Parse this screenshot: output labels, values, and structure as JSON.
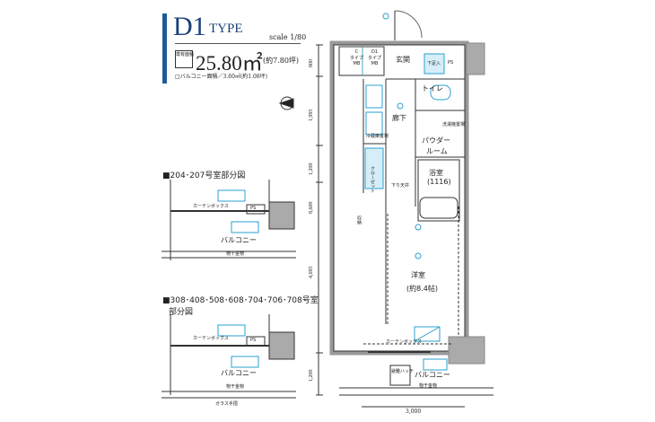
{
  "header": {
    "type_id": "D1",
    "type_word": "TYPE",
    "scale": "scale 1/80",
    "area_label": "専有面積",
    "area_value": "25.80㎡",
    "area_tsubo": "(約7.80坪)",
    "balcony_note": "□バルコニー面積／3.60㎡(約1.08坪)"
  },
  "partials": [
    {
      "title": "■204･207号室部分図",
      "curtain": "カーテンボックス",
      "ps": "PS",
      "balcony": "バルコニー",
      "hanger": "物干金物"
    },
    {
      "title": "■308･408･508･608･704･706･708号室",
      "title2": "部分図",
      "curtain": "カーテンボックス",
      "ps": "PS",
      "balcony": "バルコニー",
      "hanger": "物干金物",
      "rail": "ガラス手摺"
    }
  ],
  "plan": {
    "rooms": {
      "entrance": "玄関",
      "toilet": "トイレ",
      "hall": "廊下",
      "powder": "パウダー",
      "powder2": "ルーム",
      "bath": "浴室",
      "bath_size": "(1116)",
      "western": "洋室",
      "western_size": "(約8.4帖)",
      "balcony": "バルコニー"
    },
    "mb_c": "C",
    "mb_c2": "タイプ",
    "mb_c3": "MB",
    "mb_d": "D1",
    "mb_d2": "タイプ",
    "mb_d3": "MB",
    "shoes": "下足入",
    "ps": "PS",
    "closet": "クローゼット",
    "storage": "収納",
    "laundry": "洗濯機置場",
    "fridge": "冷蔵庫置場",
    "drop_ceiling": "下り天井",
    "curtain": "カーテンボックス",
    "hatch": "避難ハッチ",
    "hanger": "物干金物",
    "dims": {
      "d1": "800",
      "d2": "1,995",
      "d3": "1,200",
      "total": "8,600",
      "d4": "4,695",
      "d5": "1,200",
      "width": "3,000"
    }
  }
}
